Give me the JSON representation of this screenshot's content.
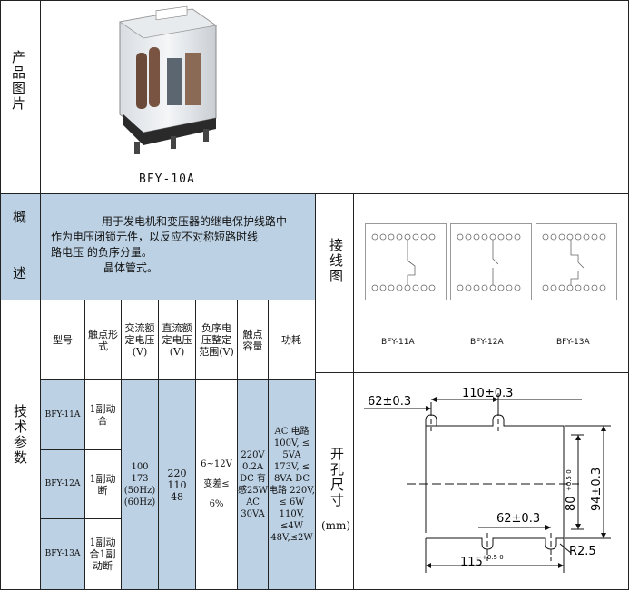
{
  "photo_section": {
    "label": "产品图片",
    "caption": "BFY-10A"
  },
  "overview_section": {
    "label": "概述",
    "text_lines": [
      "用于发电机和变压器的继电保护线路中",
      "作为电压闭锁元件，以反应不对称短路时线",
      "路电压 的负序分量。",
      "晶体管式。"
    ]
  },
  "wiring_section": {
    "label": "接线图",
    "diagrams": [
      {
        "name": "BFY-11A"
      },
      {
        "name": "BFY-12A"
      },
      {
        "name": "BFY-13A"
      }
    ]
  },
  "spec_section": {
    "label": "技术参数",
    "headers": [
      "型号",
      "触点形式",
      "交流额定电压(V)",
      "直流额定电压(V)",
      "负序电压整定范围(V)",
      "触点容量",
      "功耗"
    ],
    "rows": [
      {
        "model": "BFY-11A",
        "contact": "1副动合"
      },
      {
        "model": "BFY-12A",
        "contact": "1副动断"
      },
      {
        "model": "BFY-13A",
        "contact": "1副动合1副动断"
      }
    ],
    "ac_voltage": "100 173 (50Hz) (60Hz)",
    "dc_voltage": "220 110 48",
    "neg_range": "6~12V 变差≤ 6%",
    "contact_capacity": "220V 0.2A DC 有感25W AC 30VA",
    "power": "AC 电路 100V, ≤ 5VA 173V, ≤ 8VA DC 电路 220V, ≤ 6W 110V, ≤4W 48V,≤2W"
  },
  "cutout_section": {
    "label": "开孔尺寸",
    "unit": "(mm)",
    "dims": {
      "top_offset": "62±0.3",
      "top_span": "110±0.3",
      "bottom_offset": "62±0.3",
      "height_inner": "80",
      "height_inner_tol": "+0.5 0",
      "height_outer": "94±0.3",
      "width": "115",
      "width_tol": "+0.5 0",
      "radius": "R2.5"
    }
  }
}
